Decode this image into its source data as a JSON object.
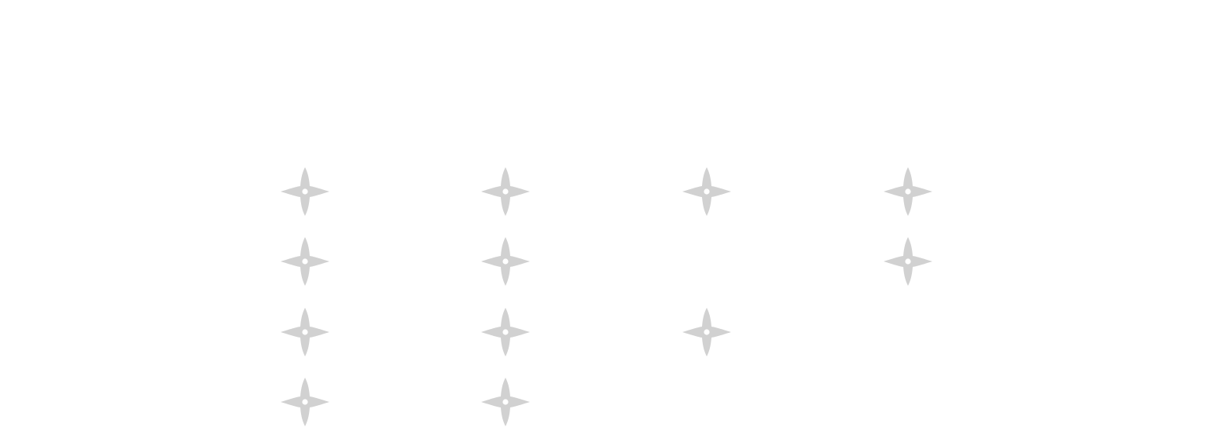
{
  "colors": {
    "background": "#ffffff",
    "sparkle": "#d1d1d1",
    "center": "#ffffff"
  },
  "icons": {
    "sparkle": "sparkle-icon"
  },
  "columns": [
    {
      "id": "col-0",
      "items": [
        "sparkle",
        "sparkle",
        "sparkle",
        "sparkle"
      ]
    },
    {
      "id": "col-1",
      "items": [
        "sparkle",
        "sparkle",
        "sparkle",
        "sparkle"
      ]
    },
    {
      "id": "col-2",
      "items": [
        "sparkle",
        "",
        "sparkle",
        ""
      ]
    },
    {
      "id": "col-3",
      "items": [
        "sparkle",
        "sparkle",
        "",
        ""
      ]
    }
  ]
}
